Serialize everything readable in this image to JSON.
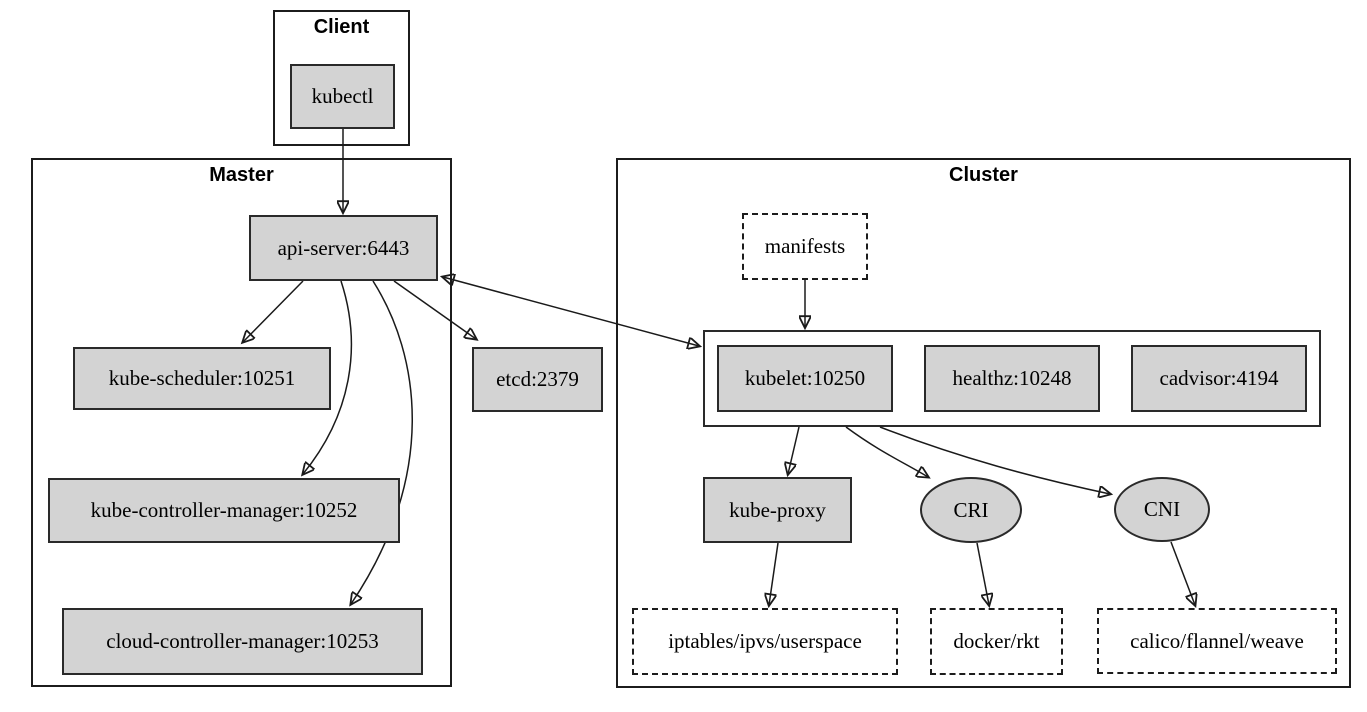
{
  "diagram": {
    "type": "architecture-diagram",
    "subject": "Kubernetes components and ports",
    "clusters": {
      "client": {
        "label": "Client"
      },
      "master": {
        "label": "Master"
      },
      "cluster": {
        "label": "Cluster"
      }
    },
    "nodes": {
      "kubectl": {
        "label": "kubectl",
        "shape": "box",
        "style": "solid",
        "group": "client"
      },
      "api_server": {
        "label": "api-server:6443",
        "shape": "box",
        "style": "solid",
        "group": "master"
      },
      "kube_scheduler": {
        "label": "kube-scheduler:10251",
        "shape": "box",
        "style": "solid",
        "group": "master"
      },
      "kube_controller_manager": {
        "label": "kube-controller-manager:10252",
        "shape": "box",
        "style": "solid",
        "group": "master"
      },
      "cloud_controller_manager": {
        "label": "cloud-controller-manager:10253",
        "shape": "box",
        "style": "solid",
        "group": "master"
      },
      "etcd": {
        "label": "etcd:2379",
        "shape": "box",
        "style": "solid",
        "group": ""
      },
      "manifests": {
        "label": "manifests",
        "shape": "box",
        "style": "dashed",
        "group": "cluster"
      },
      "kubelet": {
        "label": "kubelet:10250",
        "shape": "box",
        "style": "solid",
        "group": "cluster"
      },
      "healthz": {
        "label": "healthz:10248",
        "shape": "box",
        "style": "solid",
        "group": "cluster"
      },
      "cadvisor": {
        "label": "cadvisor:4194",
        "shape": "box",
        "style": "solid",
        "group": "cluster"
      },
      "kube_proxy": {
        "label": "kube-proxy",
        "shape": "box",
        "style": "solid",
        "group": "cluster"
      },
      "cri": {
        "label": "CRI",
        "shape": "ellipse",
        "style": "solid",
        "group": "cluster"
      },
      "cni": {
        "label": "CNI",
        "shape": "ellipse",
        "style": "solid",
        "group": "cluster"
      },
      "iptables": {
        "label": "iptables/ipvs/userspace",
        "shape": "box",
        "style": "dashed",
        "group": "cluster"
      },
      "docker": {
        "label": "docker/rkt",
        "shape": "box",
        "style": "dashed",
        "group": "cluster"
      },
      "calico": {
        "label": "calico/flannel/weave",
        "shape": "box",
        "style": "dashed",
        "group": "cluster"
      }
    },
    "edges": [
      {
        "from": "kubectl",
        "to": "api-server:6443",
        "direction": "forward"
      },
      {
        "from": "api-server:6443",
        "to": "kube-scheduler:10251",
        "direction": "forward"
      },
      {
        "from": "api-server:6443",
        "to": "kube-controller-manager:10252",
        "direction": "forward"
      },
      {
        "from": "api-server:6443",
        "to": "cloud-controller-manager:10253",
        "direction": "forward"
      },
      {
        "from": "api-server:6443",
        "to": "etcd:2379",
        "direction": "forward"
      },
      {
        "from": "api-server:6443",
        "to": "kubelet:10250",
        "direction": "both"
      },
      {
        "from": "manifests",
        "to": "kubelet:10250",
        "direction": "forward"
      },
      {
        "from": "kubelet:10250",
        "to": "kube-proxy",
        "direction": "forward"
      },
      {
        "from": "kubelet:10250",
        "to": "CRI",
        "direction": "forward"
      },
      {
        "from": "kubelet:10250",
        "to": "CNI",
        "direction": "forward"
      },
      {
        "from": "kube-proxy",
        "to": "iptables/ipvs/userspace",
        "direction": "forward"
      },
      {
        "from": "CRI",
        "to": "docker/rkt",
        "direction": "forward"
      },
      {
        "from": "CNI",
        "to": "calico/flannel/weave",
        "direction": "forward"
      }
    ],
    "colors": {
      "background": "#ffffff",
      "node_fill": "#d3d3d3",
      "border": "#1c1c1c",
      "edge": "#1a1a1a"
    }
  }
}
